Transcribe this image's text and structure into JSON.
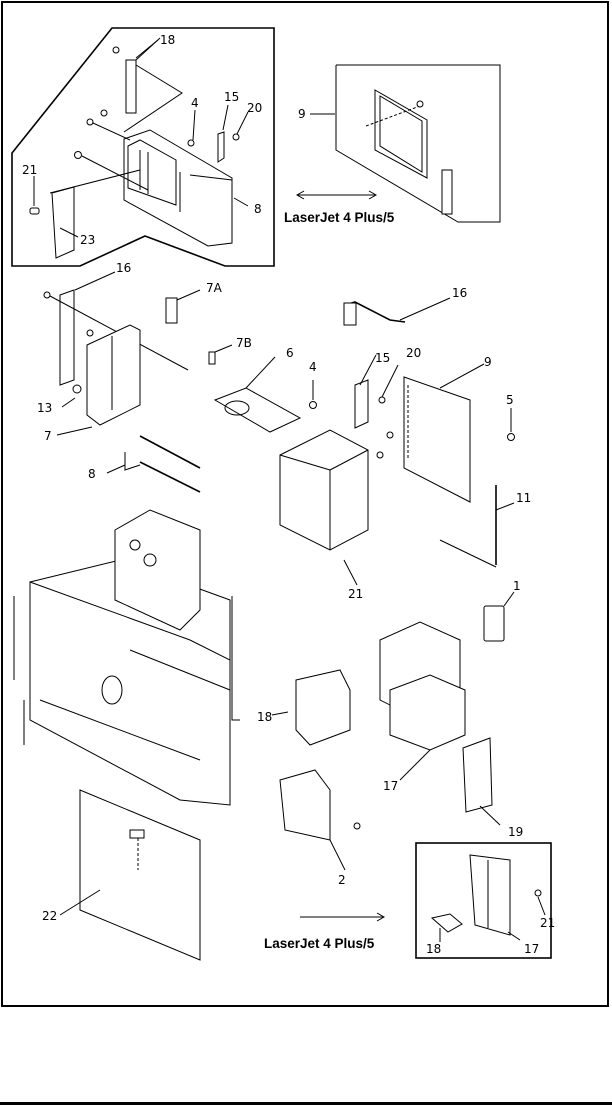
{
  "figure": {
    "type": "exploded parts diagram",
    "inset_top": {
      "callouts": [
        "18",
        "4",
        "15",
        "20",
        "21",
        "8",
        "23"
      ]
    },
    "inset_right": {
      "callouts": [
        "9"
      ],
      "model_label": "LaserJet 4 Plus/5"
    },
    "main": {
      "callouts": [
        "16",
        "7A",
        "7B",
        "6",
        "13",
        "7",
        "8",
        "4",
        "15",
        "20",
        "16",
        "9",
        "5",
        "11",
        "21",
        "1",
        "18",
        "17",
        "19",
        "2",
        "22"
      ]
    },
    "inset_bottom": {
      "callouts": [
        "21",
        "18",
        "17"
      ],
      "model_label": "LaserJet 4 Plus/5"
    }
  }
}
